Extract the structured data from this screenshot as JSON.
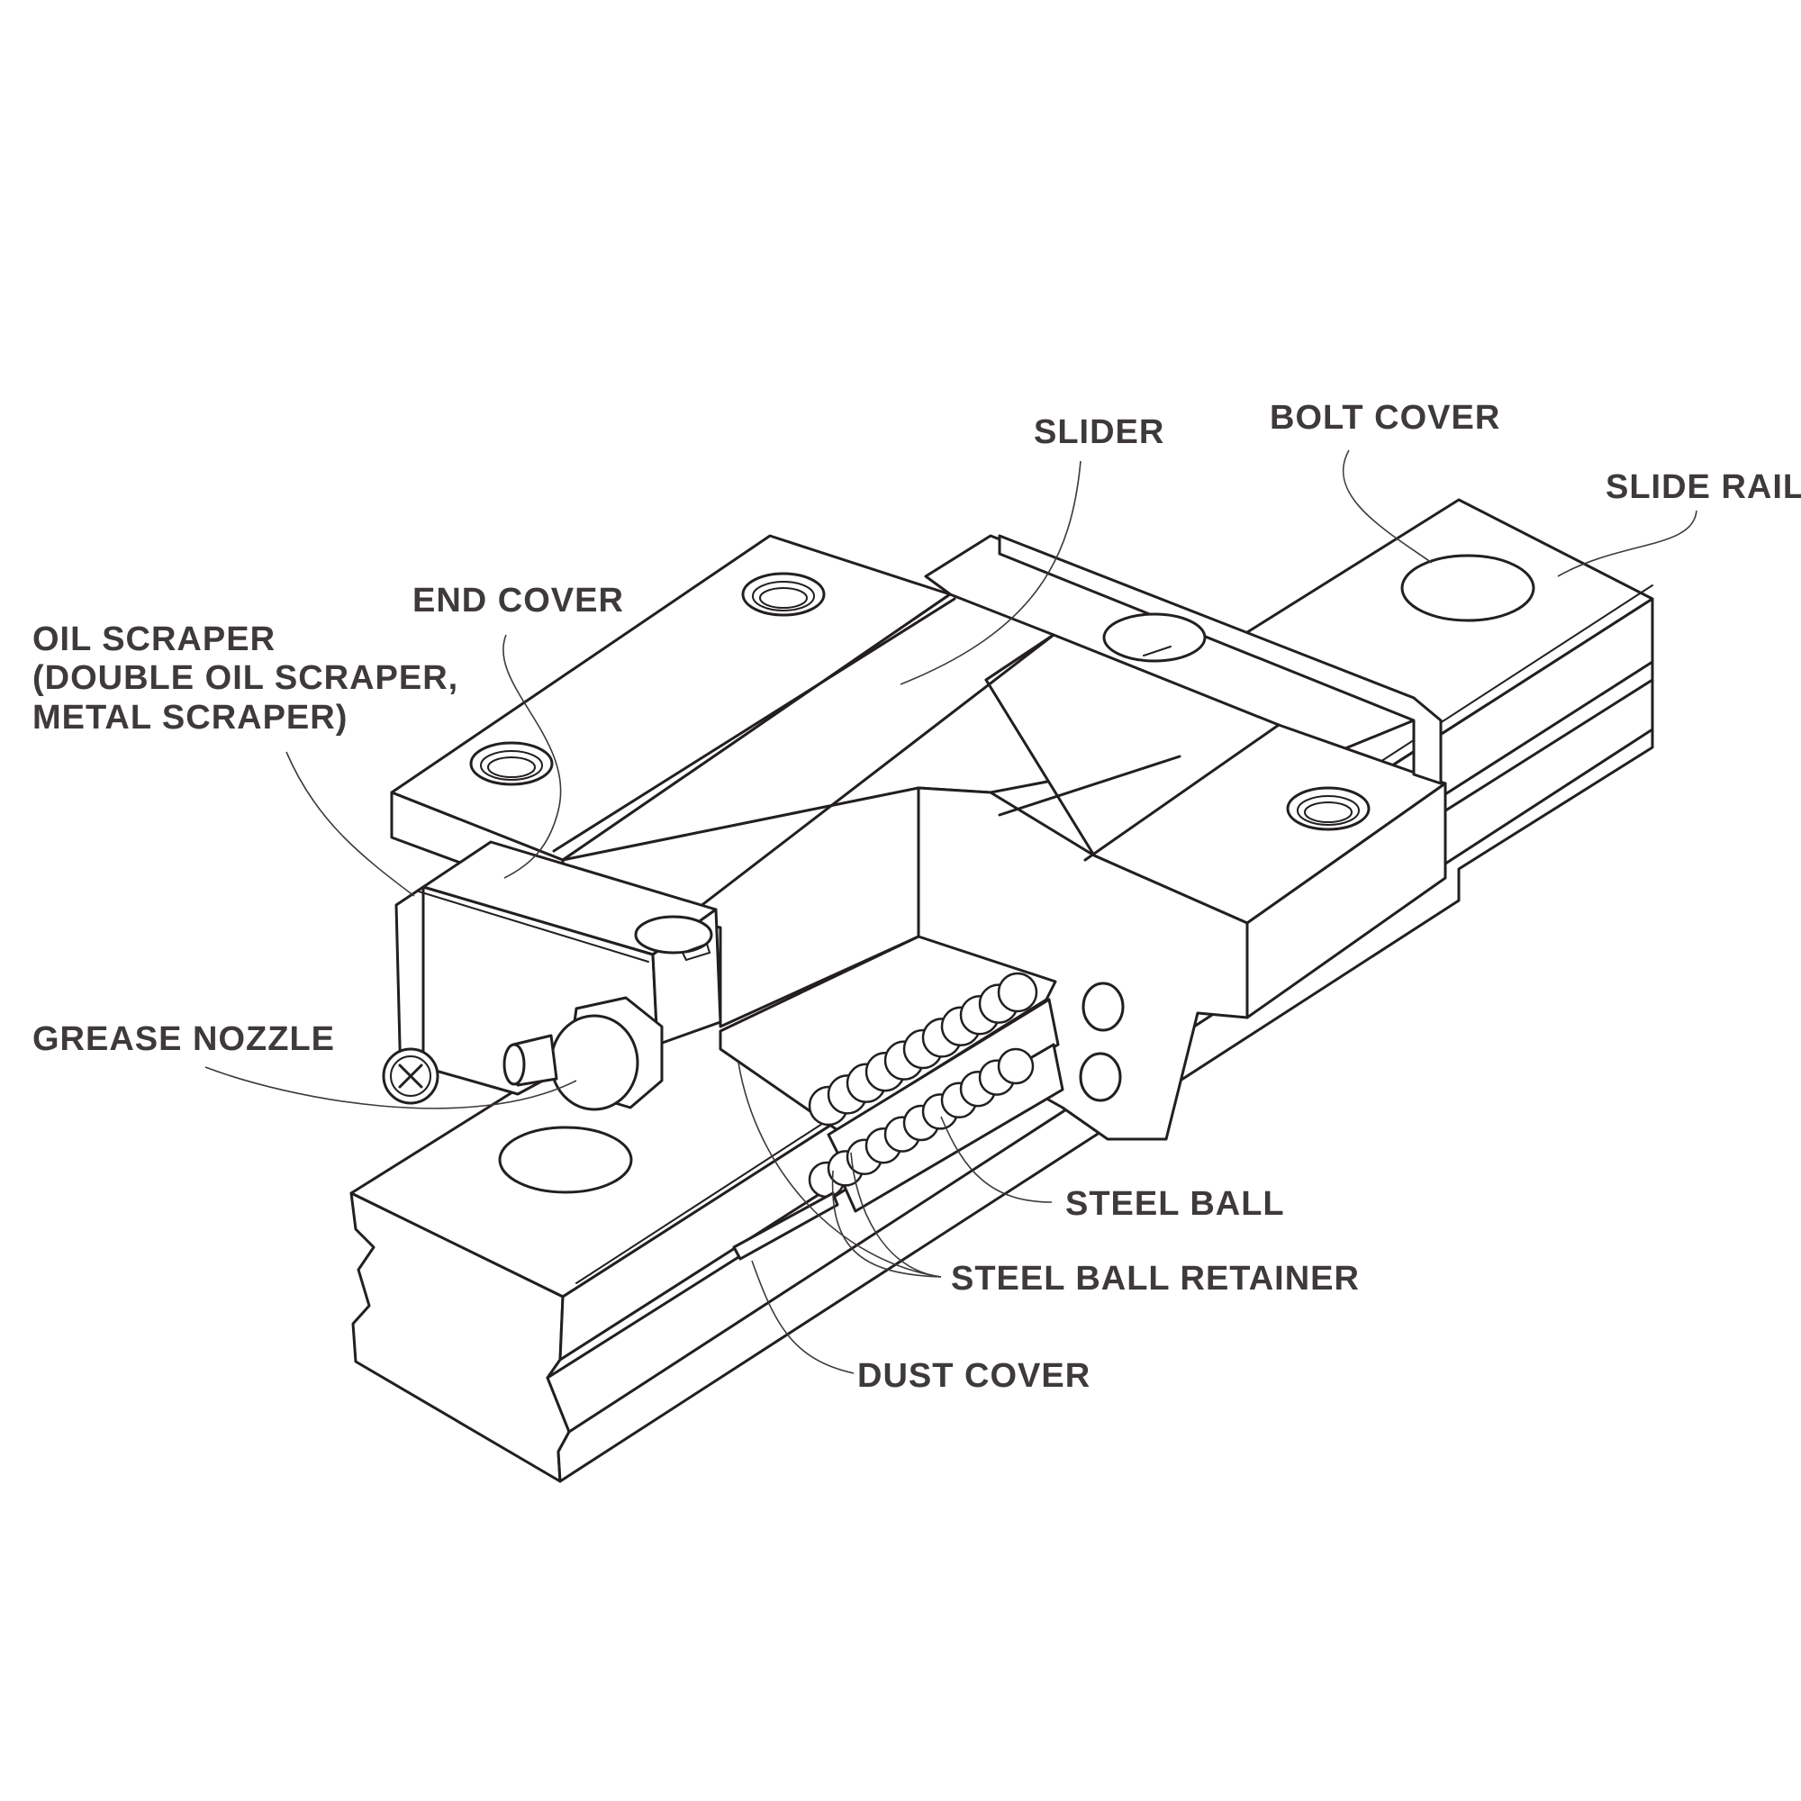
{
  "labels": {
    "slider": "SLIDER",
    "bolt_cover": "BOLT COVER",
    "slide_rail": "SLIDE RAIL",
    "end_cover": "END COVER",
    "oil_scraper_line1": "OIL SCRAPER",
    "oil_scraper_line2": "(DOUBLE OIL SCRAPER,",
    "oil_scraper_line3": "METAL SCRAPER)",
    "grease_nozzle": "GREASE NOZZLE",
    "steel_ball": "STEEL BALL",
    "steel_ball_retainer": "STEEL BALL RETAINER",
    "dust_cover": "DUST COVER"
  },
  "colors": {
    "line": "#231f20",
    "text": "#3e3a39",
    "background": "#ffffff"
  }
}
